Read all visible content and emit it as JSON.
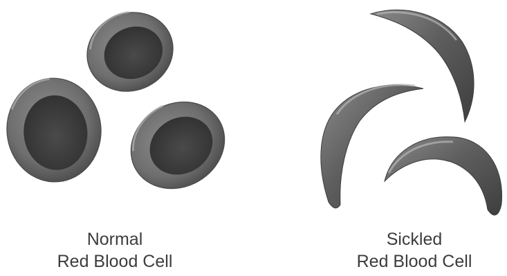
{
  "labels": {
    "normal": {
      "line1": "Normal",
      "line2": "Red Blood Cell"
    },
    "sickled": {
      "line1": "Sickled",
      "line2": "Red Blood Cell"
    }
  },
  "colors": {
    "cell_outer": "#6d6d6d",
    "cell_center": "#3f3f3f",
    "cell_rim": "#8a8a8a",
    "sickle_body": "#595959",
    "sickle_highlight": "#9a9a9a",
    "caption": "#3d3d3d"
  }
}
